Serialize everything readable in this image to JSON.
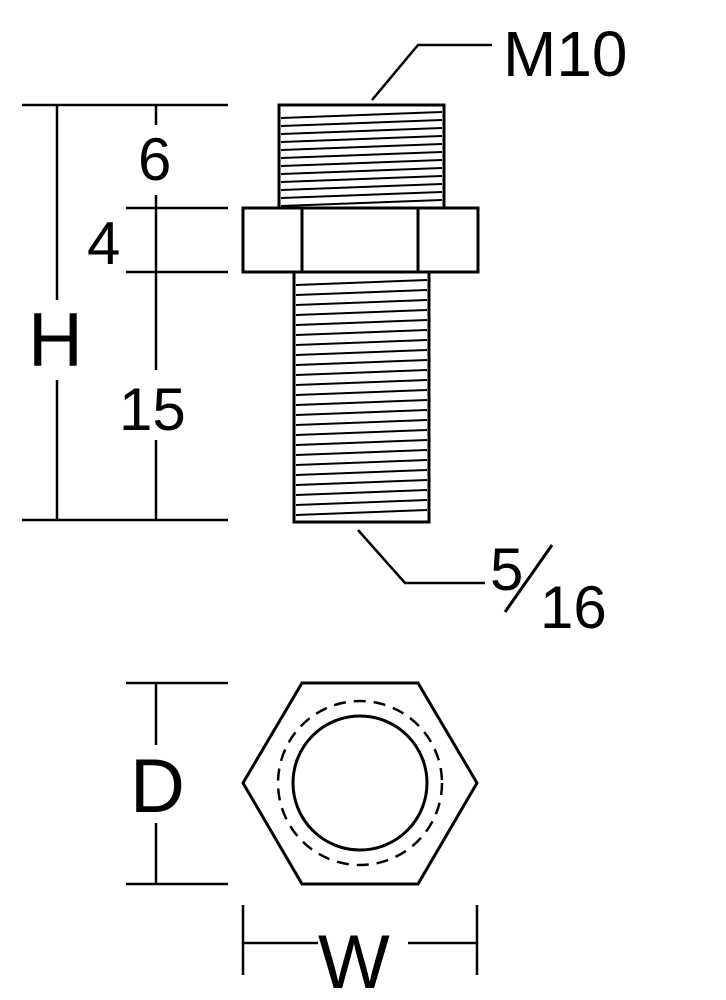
{
  "labels": {
    "top_thread": "M10",
    "bottom_thread_numerator": "5",
    "bottom_thread_denominator": "16",
    "overall_height": "H",
    "top_length": "6",
    "nut_length": "4",
    "bottom_length": "15",
    "across_flats": "D",
    "width": "W"
  },
  "colors": {
    "ink": "#000000",
    "paper": "#ffffff"
  }
}
